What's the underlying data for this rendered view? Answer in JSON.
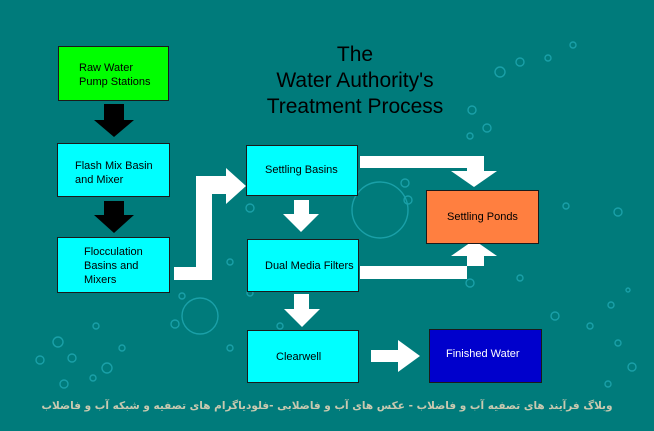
{
  "title": {
    "line1": "The",
    "line2": "Water Authority's",
    "line3": "Treatment Process"
  },
  "nodes": {
    "raw_water": {
      "label": "Raw Water Pump Stations",
      "color": "#00ff00"
    },
    "flash_mix": {
      "label": "Flash Mix Basin and Mixer",
      "color": "#00ffff"
    },
    "flocculation": {
      "label": "Flocculation Basins and Mixers",
      "color": "#00ffff"
    },
    "settling_basins": {
      "label": "Settling Basins",
      "color": "#00ffff"
    },
    "dual_media": {
      "label": "Dual Media Filters",
      "color": "#00ffff"
    },
    "clearwell": {
      "label": "Clearwell",
      "color": "#00ffff"
    },
    "settling_ponds": {
      "label": "Settling Ponds",
      "color": "#ff7f40"
    },
    "finished_water": {
      "label": "Finished Water",
      "color": "#0000cc"
    }
  },
  "footer": {
    "text": "وبلاگ فرآیند های تصفیه آب و فاضلاب - عکس های آب و فاضلابی -فلودیاگرام های تصفیه و شبکه آب و فاضلاب"
  },
  "colors": {
    "background": "#007b7b",
    "bubble": "#1aa0a8",
    "dark_arrow": "#000000",
    "light_arrow": "#ffffff"
  }
}
